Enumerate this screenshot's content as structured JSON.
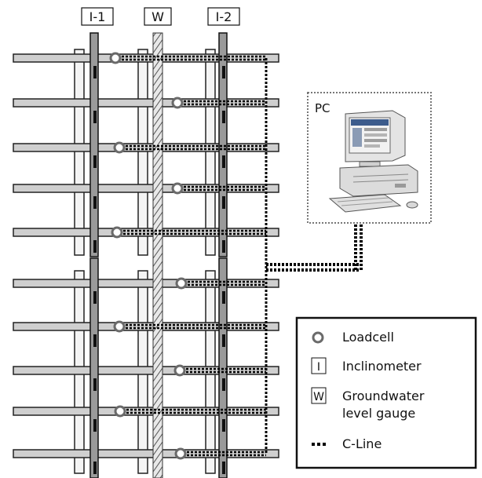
{
  "instruments": [
    {
      "id": "inclinometer-1",
      "label": "I-1"
    },
    {
      "id": "groundwater-gauge",
      "label": "W"
    },
    {
      "id": "inclinometer-2",
      "label": "I-2"
    }
  ],
  "computer": {
    "label": "PC"
  },
  "legend": {
    "loadcell": "Loadcell",
    "inclinometer_symbol": "I",
    "inclinometer": "Inclinometer",
    "groundwater_symbol": "W",
    "groundwater_line1": "Groundwater",
    "groundwater_line2": "level gauge",
    "cline": "C-Line"
  },
  "colors": {
    "loadcell": "#6a6a6a",
    "cline": "#000000",
    "struts": "#cfcfcf",
    "frame": "#808080"
  }
}
